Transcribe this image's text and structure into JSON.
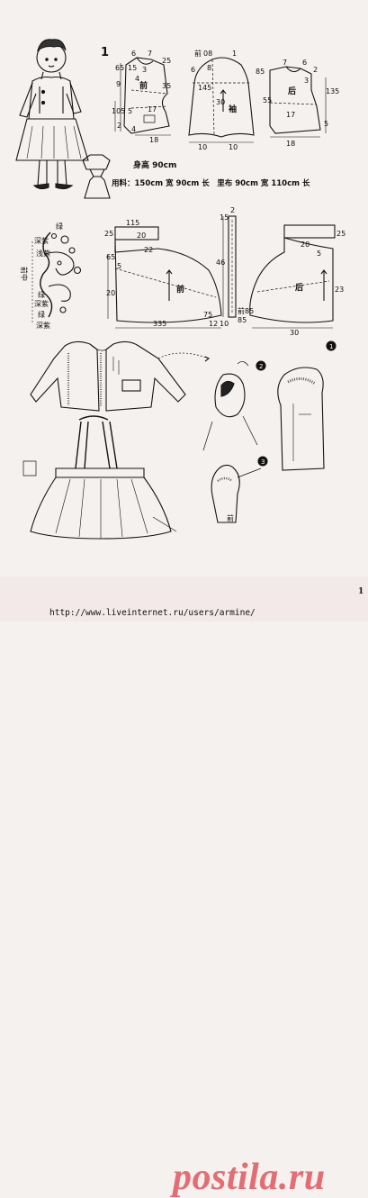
{
  "figure_number": "1",
  "page_number": "1",
  "brand": "postila.ru",
  "source_url": "http://www.liveinternet.ru/users/armine/",
  "size_note": "身高 90cm",
  "material_note": "用料：150cm 宽 90cm 长　里布 90cm 宽 110cm 长",
  "front_label": "前",
  "back_label": "后",
  "sleeve_label": "袖",
  "front_center_label": "前中",
  "stitch_labels": [
    "绿",
    "深紫",
    "浅紫",
    "绿",
    "深紫",
    "绿",
    "深紫"
  ],
  "step_numbers": [
    "1",
    "2",
    "3"
  ],
  "bodice_front_dims": [
    "6",
    "7",
    "25",
    "65",
    "15",
    "3",
    "4",
    "9",
    "35",
    "105",
    "5",
    "17",
    "2",
    "4",
    "18"
  ],
  "sleeve_dims": [
    "08",
    "1",
    "6",
    "8",
    "145",
    "30",
    "10",
    "10"
  ],
  "bodice_back_dims": [
    "7",
    "6",
    "2",
    "85",
    "3",
    "135",
    "55",
    "17",
    "5",
    "18"
  ],
  "skirt_front_dims": [
    "115",
    "25",
    "20",
    "22",
    "65",
    "5",
    "20",
    "335",
    "75",
    "12",
    "10"
  ],
  "strap_dims": [
    "15",
    "2",
    "46",
    "85"
  ],
  "skirt_back_dims": [
    "25",
    "20",
    "5",
    "23",
    "30",
    "85"
  ]
}
